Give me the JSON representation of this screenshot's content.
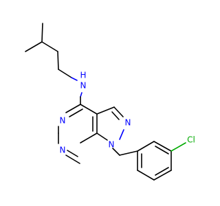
{
  "molecule": {
    "atoms": {
      "nh": {
        "label": "N",
        "sublabel": "H",
        "color": "#0000ff"
      },
      "n_pyrimidine_top": {
        "label": "N",
        "color": "#0000ff"
      },
      "n_pyrimidine_bottom": {
        "label": "N",
        "color": "#0000ff"
      },
      "n_pyrazole_2": {
        "label": "N",
        "color": "#0000ff"
      },
      "n_pyrazole_1": {
        "label": "N",
        "color": "#0000ff"
      },
      "cl": {
        "label": "Cl",
        "color": "#00aa00"
      }
    }
  }
}
